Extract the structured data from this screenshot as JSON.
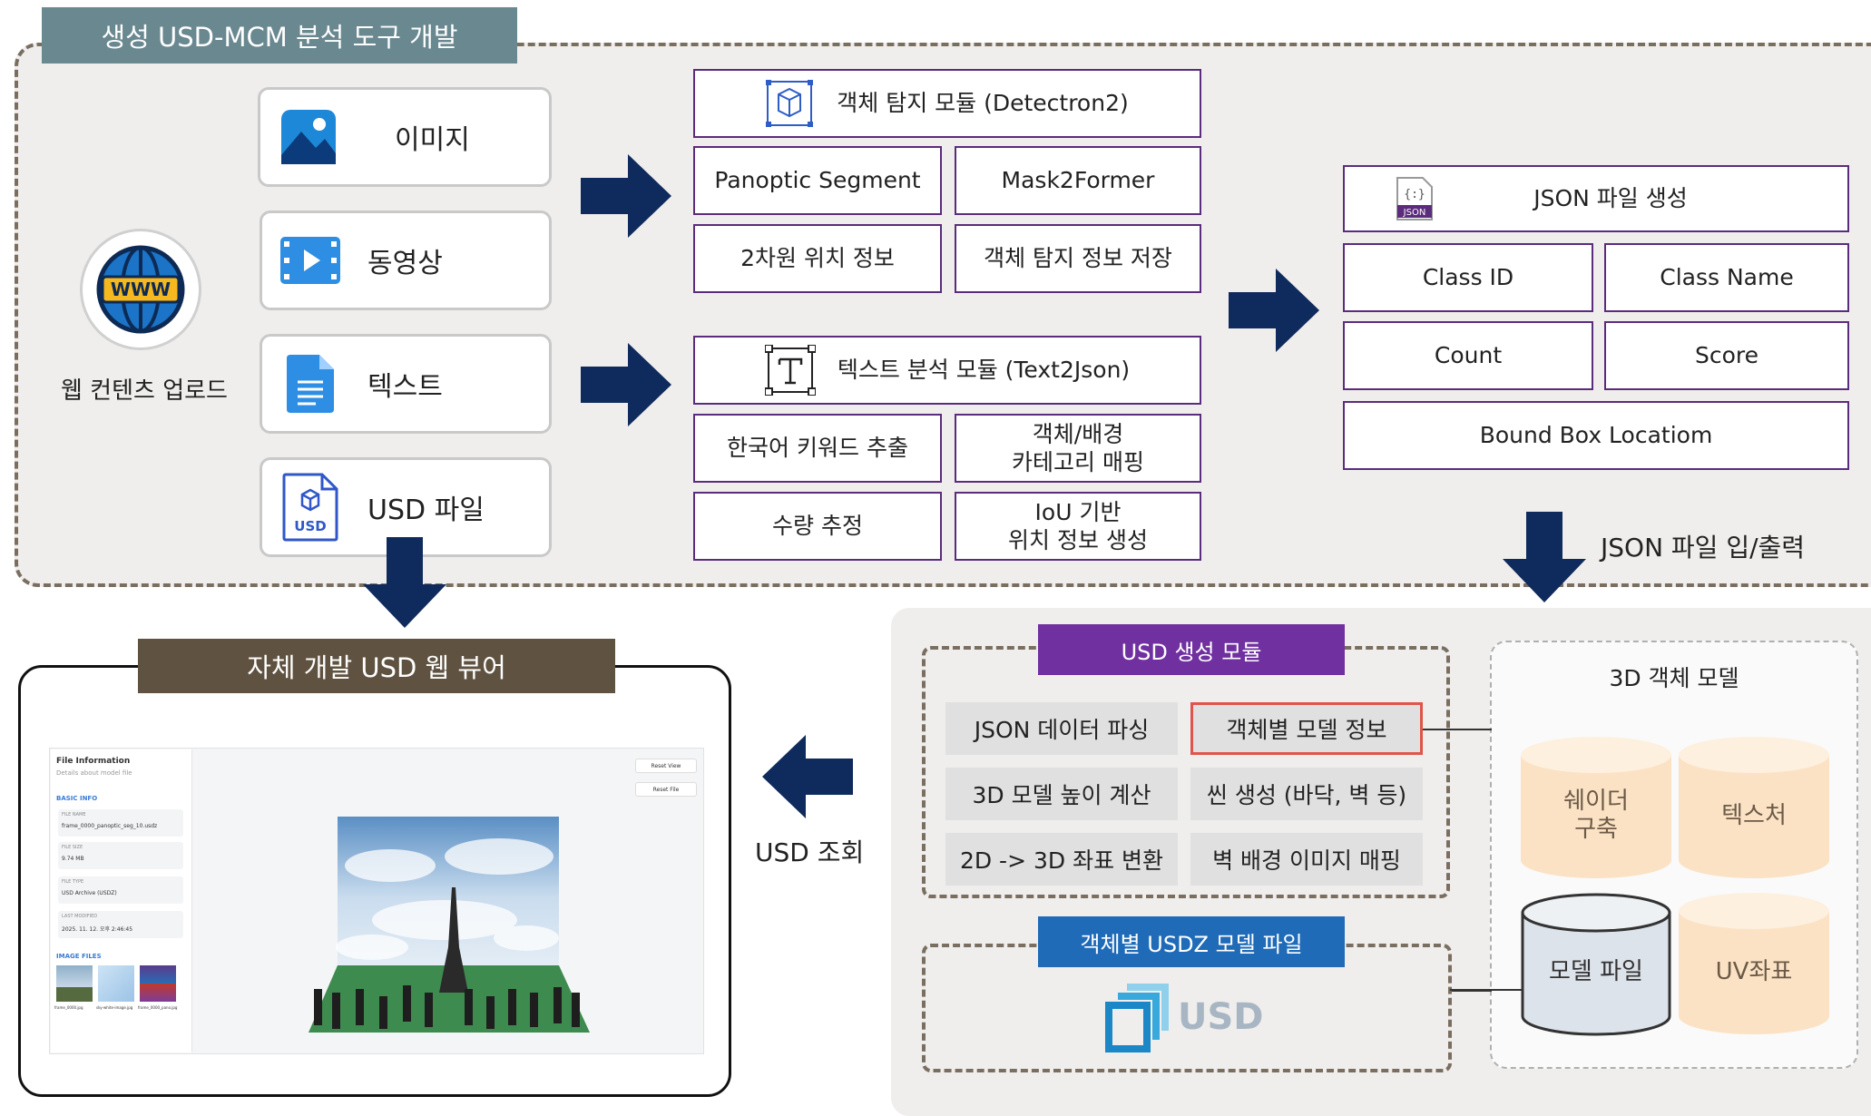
{
  "title": "생성 USD-MCM 분석 도구 개발",
  "web_upload": {
    "label": "웹 컨텐츠 업로드",
    "icon": "www-globe-icon",
    "icon_text": "WWW"
  },
  "sources": [
    {
      "label": "이미지",
      "icon": "image-icon"
    },
    {
      "label": "동영상",
      "icon": "video-icon"
    },
    {
      "label": "텍스트",
      "icon": "document-icon"
    },
    {
      "label": "USD 파일",
      "icon": "usd-file-icon",
      "icon_text": "USD"
    }
  ],
  "detection_module": {
    "title": "객체 탐지 모듈 (Detectron2)",
    "cells": [
      "Panoptic Segment",
      "Mask2Former",
      "2차원 위치 정보",
      "객체 탐지 정보 저장"
    ]
  },
  "text_module": {
    "title": "텍스트 분석 모듈 (Text2Json)",
    "cells": [
      "한국어 키워드 추출",
      "객체/배경\n카테고리 매핑",
      "수량 추정",
      "IoU 기반\n위치 정보 생성"
    ]
  },
  "json_module": {
    "title": "JSON 파일 생성",
    "icon_text": "{:}",
    "icon_badge": "JSON",
    "cells": [
      "Class ID",
      "Class Name",
      "Count",
      "Score"
    ],
    "wide_cell": "Bound Box Locatiom"
  },
  "json_io_label": "JSON 파일 입/출력",
  "usd_module": {
    "title": "USD 생성 모듈",
    "cells": [
      "JSON 데이터 파싱",
      "객체별 모델 정보",
      "3D 모델 높이 계산",
      "씬 생성 (바닥, 벽 등)",
      "2D -> 3D 좌표 변환",
      "벽 배경 이미지 매핑"
    ]
  },
  "usdz_file": {
    "title": "객체별 USDZ 모델 파일",
    "logo_text": "USD"
  },
  "model_3d": {
    "title": "3D 객체 모델",
    "items": [
      "쉐이더\n구축",
      "텍스처",
      "모델 파일",
      "UV좌표"
    ]
  },
  "usd_lookup_label": "USD 조회",
  "viewer": {
    "title": "자체 개발 USD 웹 뷰어",
    "file_info_title": "File Information",
    "file_info_sub": "Details about model file",
    "basic_info": "BASIC INFO",
    "fields": [
      {
        "label": "FILE NAME",
        "value": "frame_0000_panoptic_seg_10.usdz"
      },
      {
        "label": "FILE SIZE",
        "value": "9.74 MB"
      },
      {
        "label": "FILE TYPE",
        "value": "USD Archive (USDZ)"
      },
      {
        "label": "LAST MODIFIED",
        "value": "2025. 11. 12. 오후 2:46:45"
      }
    ],
    "image_files_label": "IMAGE FILES",
    "thumbs": [
      "frame_0000.jpg",
      "sky-white-image.jpg",
      "frame_0000_pano.jpg"
    ],
    "reset_view": "Reset View",
    "reset_file": "Reset File"
  },
  "colors": {
    "navy": "#0f2a5c",
    "purple": "#7030a0",
    "blue": "#1f6bb8",
    "title_tab": "#6a8890",
    "viewer_tab": "#5f5240",
    "red": "#e0554b",
    "cylinder": "#fbe2c4"
  }
}
